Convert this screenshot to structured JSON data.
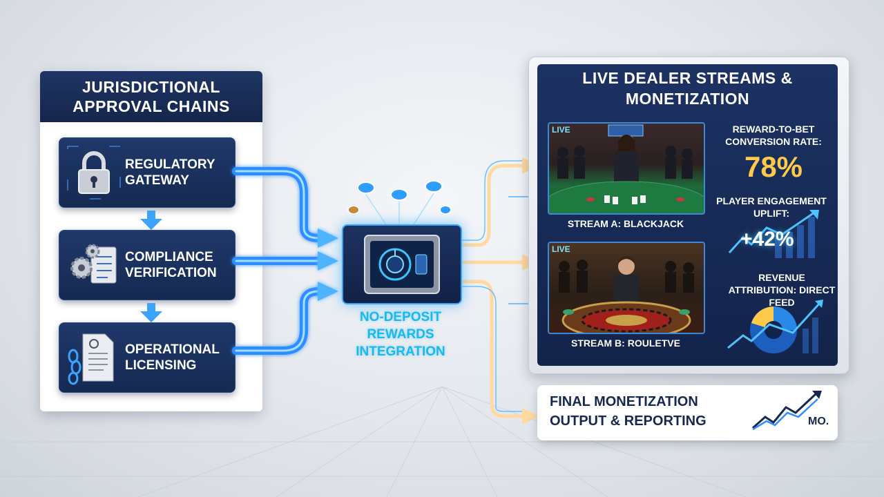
{
  "left_panel": {
    "title": "JURISDICTIONAL APPROVAL CHAINS",
    "steps": [
      {
        "label": "REGULATORY GATEWAY",
        "icon": "padlock-icon"
      },
      {
        "label": "COMPLIANCE VERIFICATION",
        "icon": "gears-document-icon"
      },
      {
        "label": "OPERATIONAL LICENSING",
        "icon": "document-chain-icon"
      }
    ]
  },
  "center": {
    "label": "NO-DEPOSIT REWARDS INTEGRATION",
    "icon": "vault-icon"
  },
  "right_panel": {
    "title": "LIVE DEALER STREAMS & MONETIZATION",
    "streams": [
      {
        "tag": "LIVE",
        "caption": "STREAM A: BLACKJACK"
      },
      {
        "tag": "LIVE",
        "caption": "STREAM B: ROULETVE"
      }
    ],
    "metrics": {
      "conversion_label": "REWARD-TO-BET CONVERSION RATE:",
      "conversion_value": "78%",
      "engagement_label": "PLAYER ENGAGEMENT UPLIFT:",
      "engagement_value": "+42%",
      "revenue_label": "REVENUE ATTRIBUTION: DIRECT FEED"
    }
  },
  "output": {
    "label": "FINAL MONETIZATION OUTPUT & REPORTING",
    "badge": "MO."
  },
  "colors": {
    "navy": "#152a52",
    "accent_blue": "#19b8f0",
    "flow_blue": "#2f8dff",
    "output_arrow": "#ffd9a0",
    "gold": "#ffc94a"
  }
}
